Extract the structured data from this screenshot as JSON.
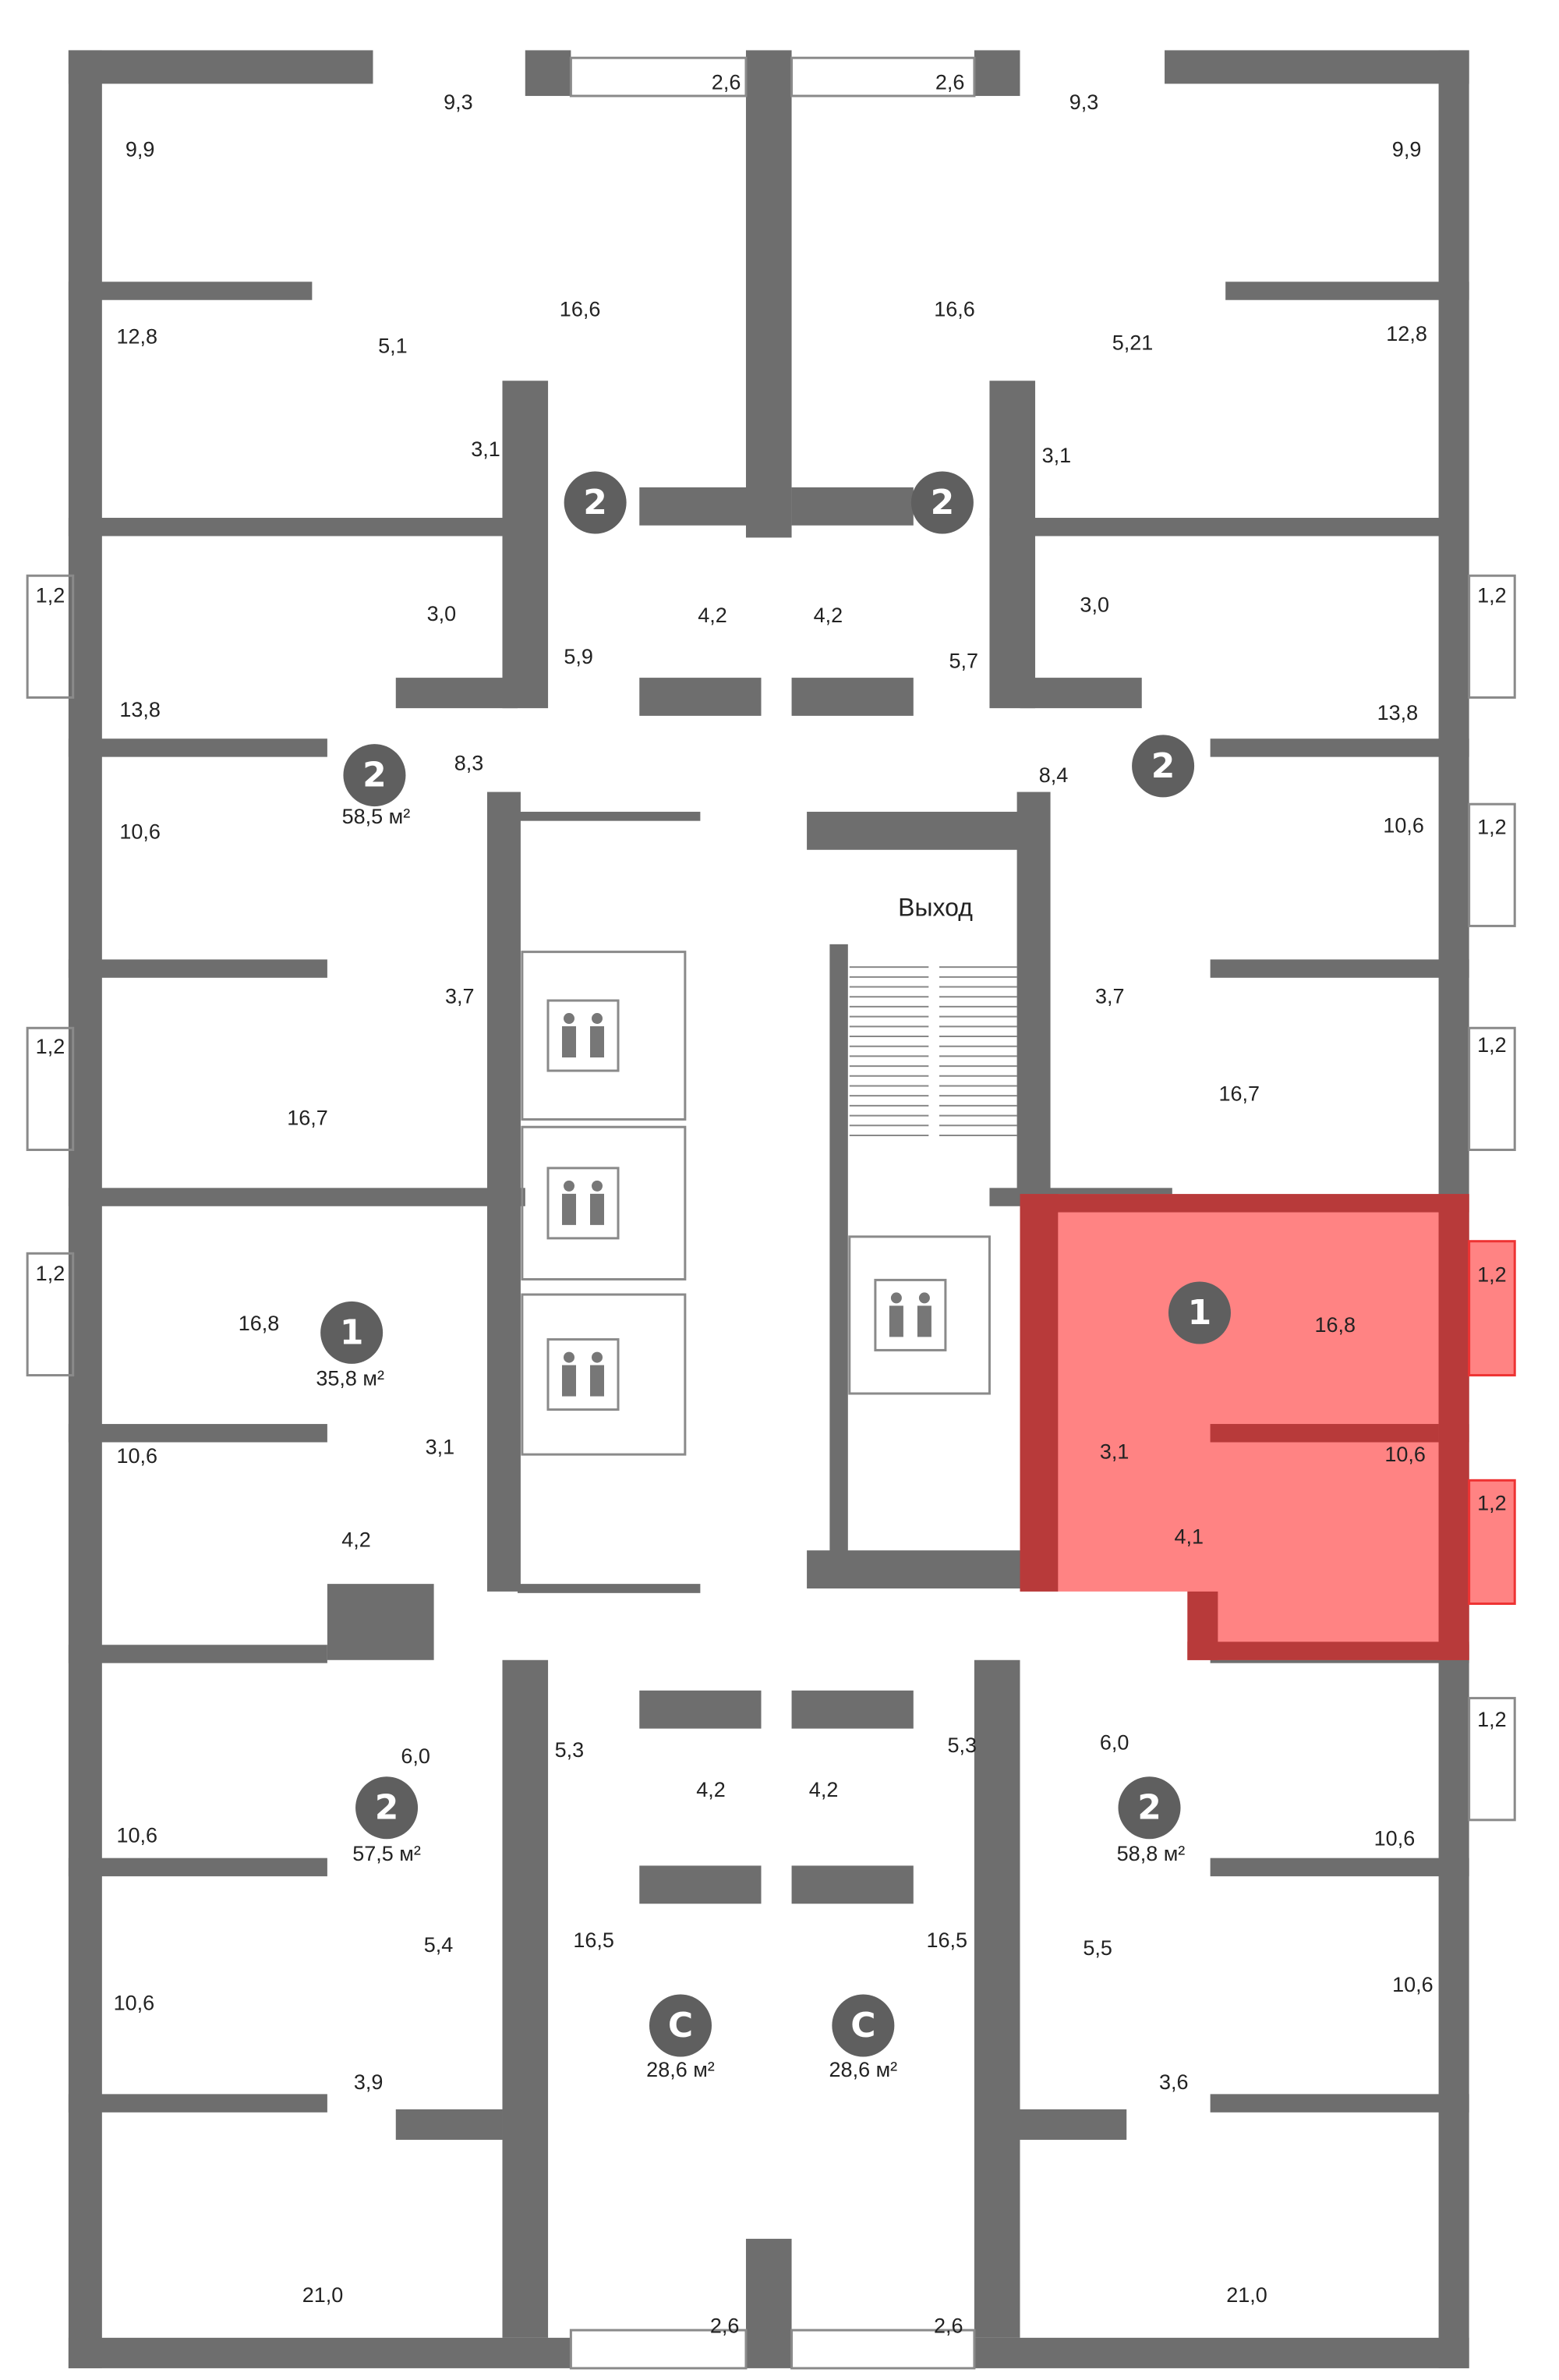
{
  "plan": {
    "exit_label": "Выход",
    "highlight_color": "#ff6b6b",
    "wall_color": "#6e6e6e",
    "room_areas": [
      "9,9",
      "9,3",
      "2,6",
      "2,6",
      "9,3",
      "9,9",
      "16,6",
      "16,6",
      "12,8",
      "5,1",
      "5,21",
      "12,8",
      "3,1",
      "3,1",
      "1,2",
      "3,0",
      "4,2",
      "4,2",
      "5,7",
      "5,9",
      "3,0",
      "1,2",
      "13,8",
      "13,8",
      "8,3",
      "8,4",
      "10,6",
      "10,6",
      "1,2",
      "3,7",
      "3,7",
      "1,2",
      "1,2",
      "16,7",
      "16,7",
      "1,2",
      "16,8",
      "16,8",
      "1,2",
      "3,1",
      "10,6",
      "10,6",
      "3,1",
      "1,2",
      "4,2",
      "4,1",
      "1,2",
      "6,0",
      "5,3",
      "4,2",
      "4,2",
      "5,3",
      "6,0",
      "10,6",
      "10,6",
      "5,4",
      "16,5",
      "16,5",
      "5,5",
      "10,6",
      "10,6",
      "3,9",
      "3,6",
      "21,0",
      "21,0",
      "2,6",
      "2,6"
    ],
    "apartment_totals": [
      "58,5 м²",
      "35,8 м²",
      "57,5 м²",
      "58,8 м²",
      "28,6 м²",
      "28,6 м²"
    ],
    "apartment_badges": [
      "2",
      "2",
      "2",
      "2",
      "2",
      "2",
      "1",
      "1",
      "С",
      "С"
    ],
    "selected_apartment": {
      "rooms": "1",
      "areas": [
        "16,8",
        "10,6",
        "3,1",
        "4,1",
        "1,2",
        "1,2"
      ]
    }
  }
}
